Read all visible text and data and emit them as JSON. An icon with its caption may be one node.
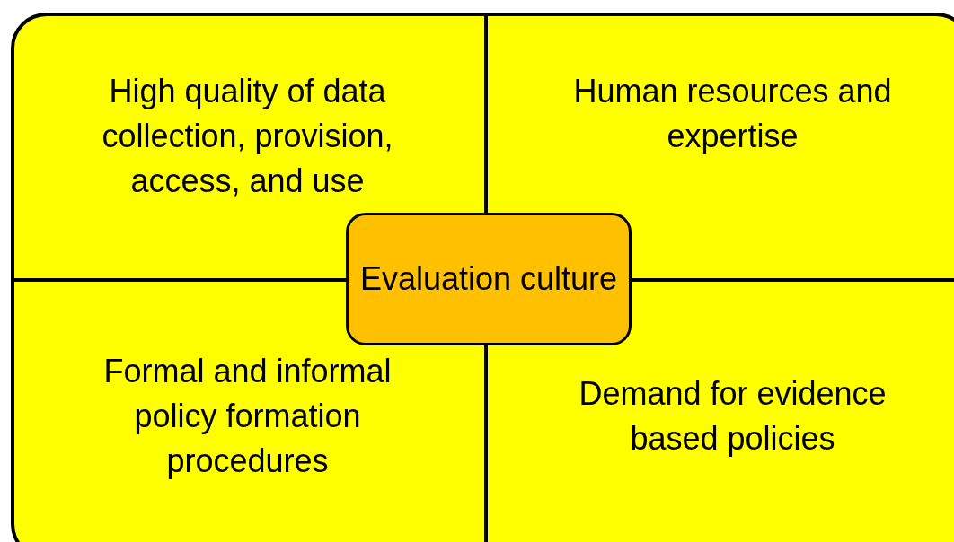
{
  "diagram": {
    "nodes": [
      {
        "text": [
          "High quality of data collection, provision, access, and use"
        ]
      },
      {
        "text": [
          "Human resources and expertise"
        ]
      },
      {
        "text": [
          "Evaluation culture"
        ]
      },
      {
        "text": [
          "Formal and informal policy formation procedures"
        ]
      },
      {
        "text": [
          "Demand for evidence based policies"
        ]
      }
    ]
  }
}
